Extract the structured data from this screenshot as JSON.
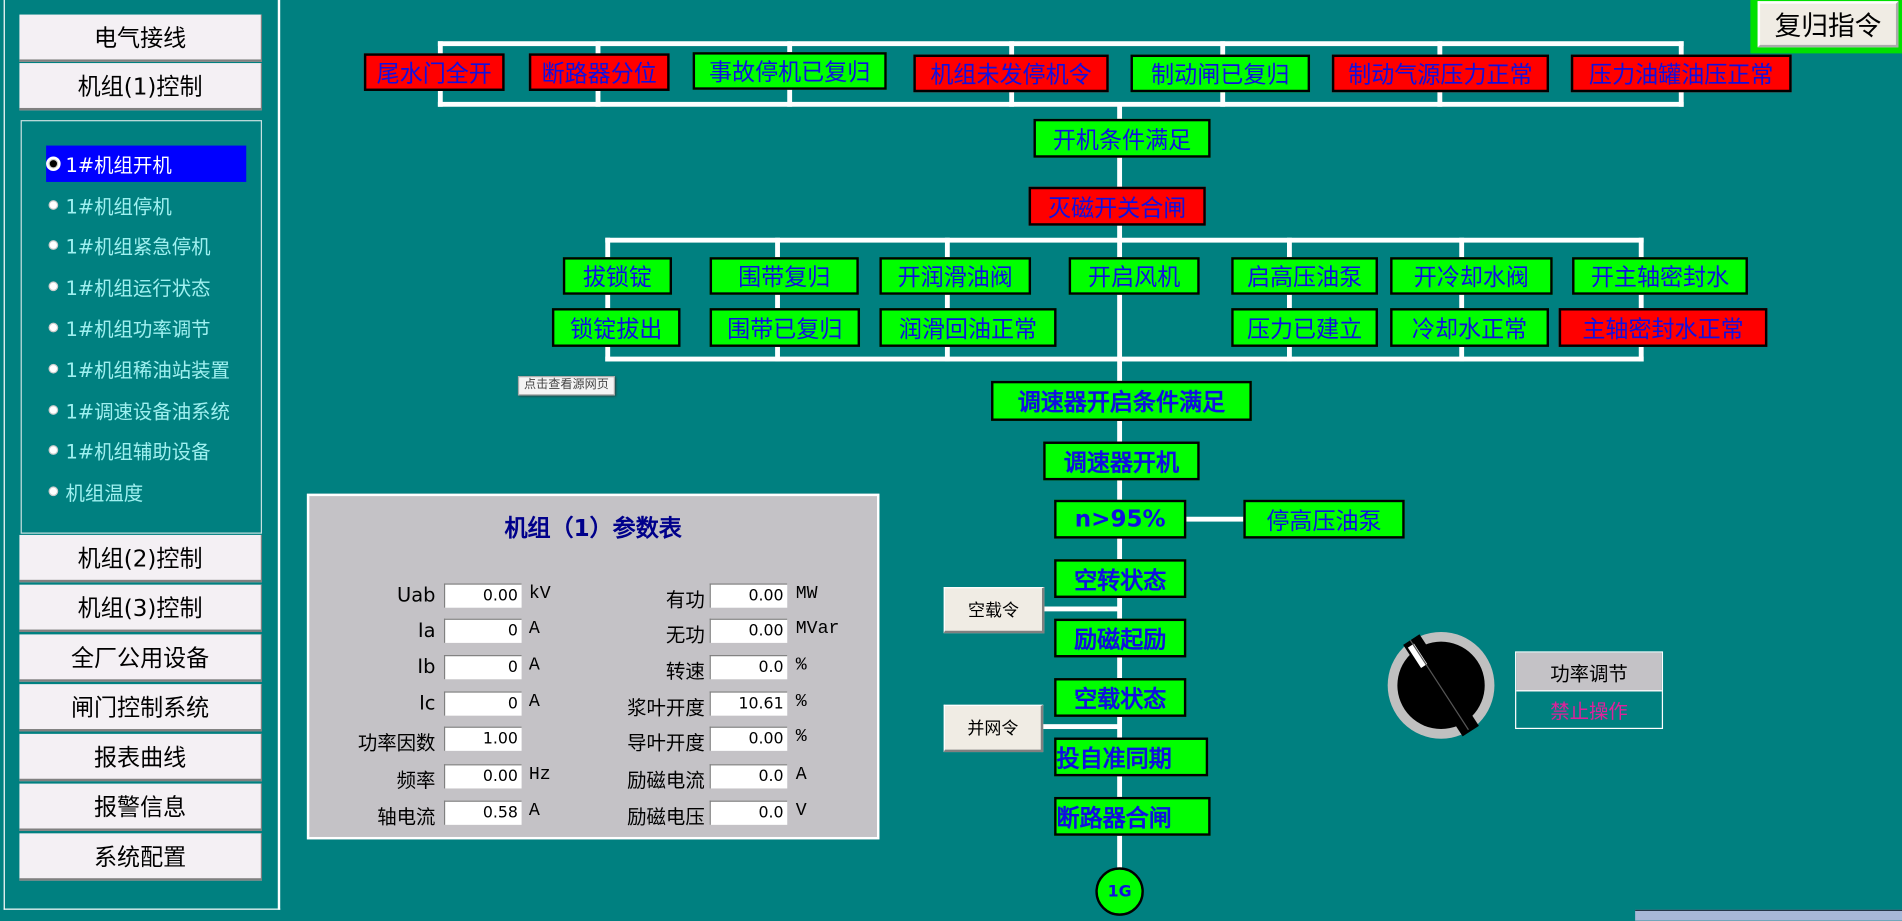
{
  "sidebar": {
    "top_buttons": [
      "电气接线",
      "机组(1)控制"
    ],
    "sub_items": [
      "1#机组开机",
      "1#机组停机",
      "1#机组紧急停机",
      "1#机组运行状态",
      "1#机组功率调节",
      "1#机组稀油站装置",
      "1#调速设备油系统",
      "1#机组辅助设备",
      "机组温度"
    ],
    "selected_index": 0,
    "bottom_buttons": [
      "机组(2)控制",
      "机组(3)控制",
      "全厂公用设备",
      "闸门控制系统",
      "报表曲线",
      "报警信息",
      "系统配置"
    ]
  },
  "reset_button": "复归指令",
  "conditions": [
    {
      "label": "尾水门全开",
      "status": "red"
    },
    {
      "label": "断路器分位",
      "status": "red"
    },
    {
      "label": "事故停机已复归",
      "status": "green"
    },
    {
      "label": "机组未发停机令",
      "status": "red"
    },
    {
      "label": "制动闸已复归",
      "status": "green"
    },
    {
      "label": "制动气源压力正常",
      "status": "red"
    },
    {
      "label": "压力油罐油压正常",
      "status": "red"
    }
  ],
  "steps": {
    "start_ready": "开机条件满足",
    "field_breaker": "灭磁开关合闸",
    "gov_ready": "调速器开启条件满足",
    "gov_start": "调速器开机",
    "speed": "n>95%",
    "stop_hp_pump": "停高压油泵",
    "idle": "空转状态",
    "excitation": "励磁起励",
    "no_load": "空载状态",
    "sync": "投自准同期",
    "breaker_close": "断路器合闸",
    "generator": "1G"
  },
  "aux": {
    "row1": [
      "拔锁锭",
      "围带复归",
      "开润滑油阀",
      "开启风机",
      "启高压油泵",
      "开冷却水阀",
      "开主轴密封水"
    ],
    "row2": [
      "锁锭拔出",
      "围带已复归",
      "润滑回油正常",
      "压力已建立",
      "冷却水正常",
      "主轴密封水正常"
    ]
  },
  "commands": {
    "no_load": "空载令",
    "grid": "并网令"
  },
  "tooltip": "点击查看源网页",
  "params": {
    "title": "机组（1）参数表",
    "left": [
      {
        "label": "Uab",
        "value": "0.00",
        "unit": "kV"
      },
      {
        "label": "Ia",
        "value": "0",
        "unit": "A"
      },
      {
        "label": "Ib",
        "value": "0",
        "unit": "A"
      },
      {
        "label": "Ic",
        "value": "0",
        "unit": "A"
      },
      {
        "label": "功率因数",
        "value": "1.00",
        "unit": ""
      },
      {
        "label": "频率",
        "value": "0.00",
        "unit": "Hz"
      },
      {
        "label": "轴电流",
        "value": "0.58",
        "unit": "A"
      }
    ],
    "right": [
      {
        "label": "有功",
        "value": "0.00",
        "unit": "MW"
      },
      {
        "label": "无功",
        "value": "0.00",
        "unit": "MVar"
      },
      {
        "label": "转速",
        "value": "0.0",
        "unit": "%"
      },
      {
        "label": "浆叶开度",
        "value": "10.61",
        "unit": "%"
      },
      {
        "label": "导叶开度",
        "value": "0.00",
        "unit": "%"
      },
      {
        "label": "励磁电流",
        "value": "0.0",
        "unit": "A"
      },
      {
        "label": "励磁电压",
        "value": "0.0",
        "unit": "V"
      }
    ]
  },
  "power_control": {
    "title": "功率调节",
    "status": "禁止操作"
  },
  "colors": {
    "background": "#008080",
    "ok": "#00ff00",
    "fault": "#ff0000",
    "text": "#1010e0",
    "forbidden": "#e0209c"
  }
}
